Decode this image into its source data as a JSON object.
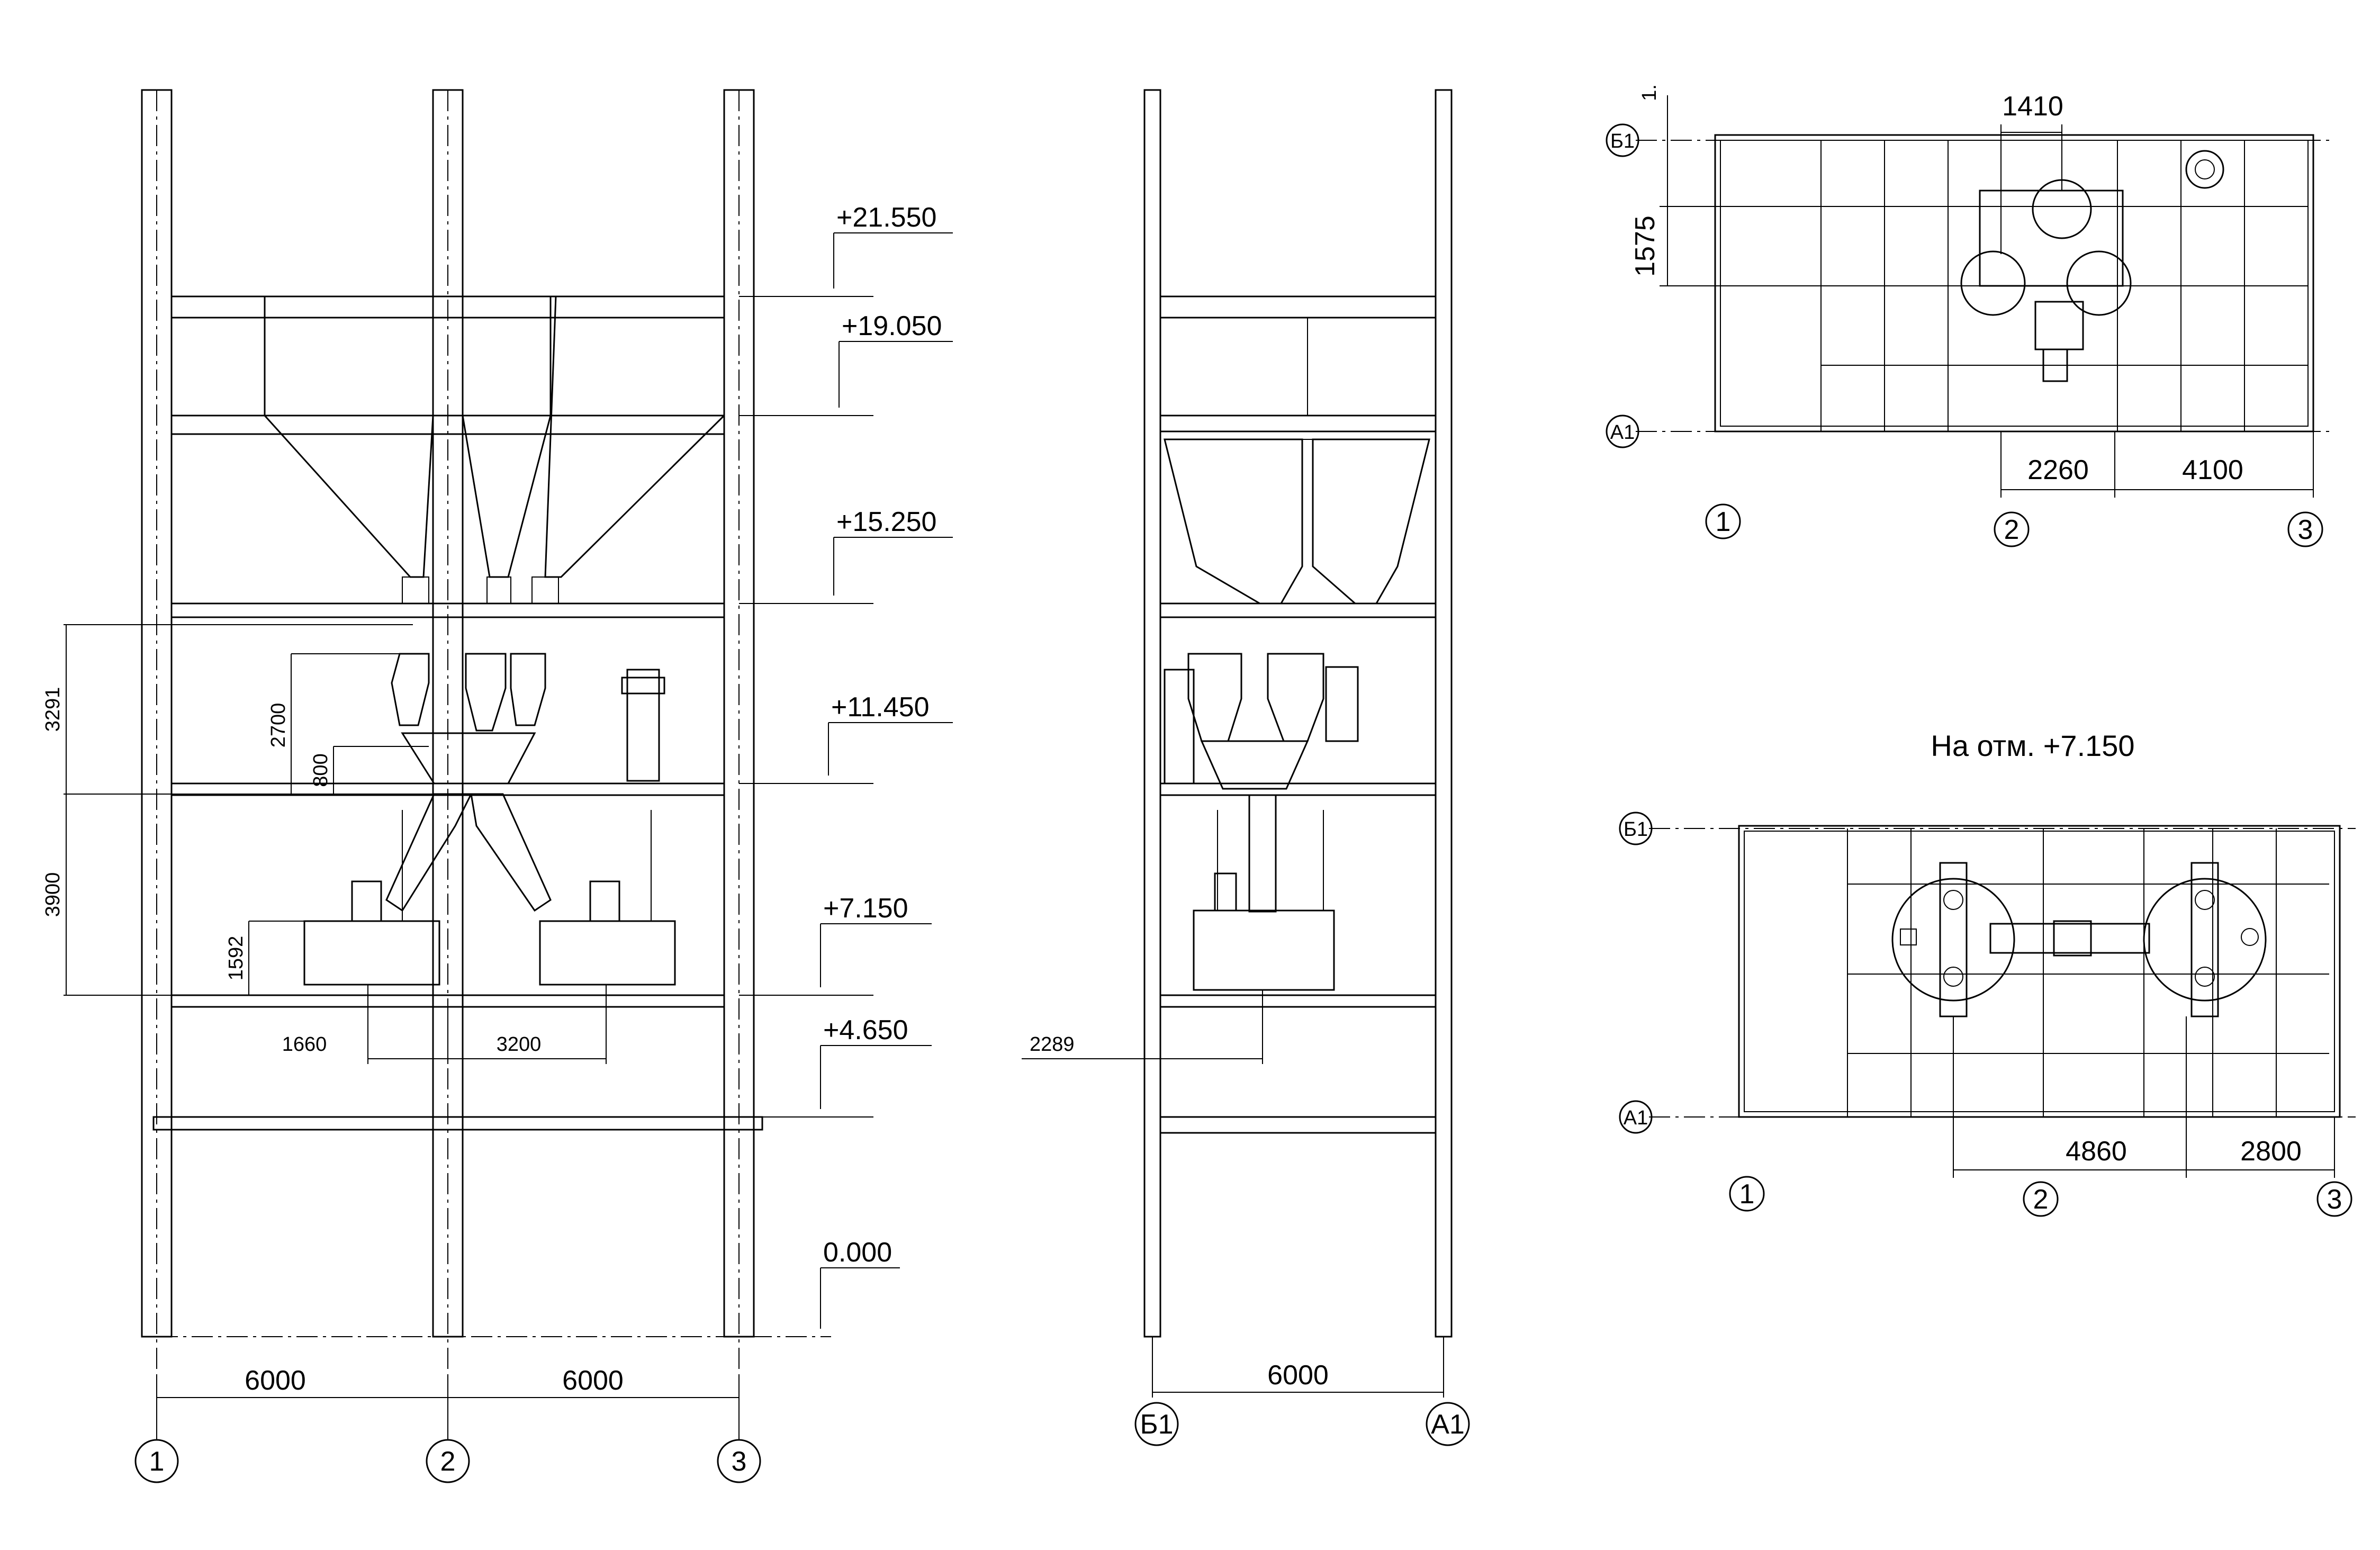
{
  "elevations": [
    "+21.550",
    "+19.050",
    "+15.250",
    "+11.450",
    "+7.150",
    "+4.650",
    "0.000"
  ],
  "front_view": {
    "span_labels": [
      "6000",
      "6000"
    ],
    "axis_labels": [
      "1",
      "2",
      "3"
    ],
    "vertical_dims": [
      "3291",
      "2700",
      "800",
      "3900",
      "1592"
    ],
    "horizontal_dims": [
      "1660",
      "3200"
    ]
  },
  "side_view": {
    "span_label": "6000",
    "axis_labels": [
      "Б1",
      "А1"
    ],
    "offset_dim": "2289"
  },
  "plan_top": {
    "dims": [
      "1410",
      "1575",
      "2260",
      "4100"
    ],
    "small_label": "1.",
    "row_labels": [
      "Б1",
      "А1"
    ],
    "axis_labels": [
      "1",
      "2",
      "3"
    ]
  },
  "plan_bottom": {
    "caption": "На отм. +7.150",
    "dims": [
      "4860",
      "2800"
    ],
    "row_labels": [
      "Б1",
      "А1"
    ],
    "axis_labels": [
      "1",
      "2",
      "3"
    ]
  }
}
